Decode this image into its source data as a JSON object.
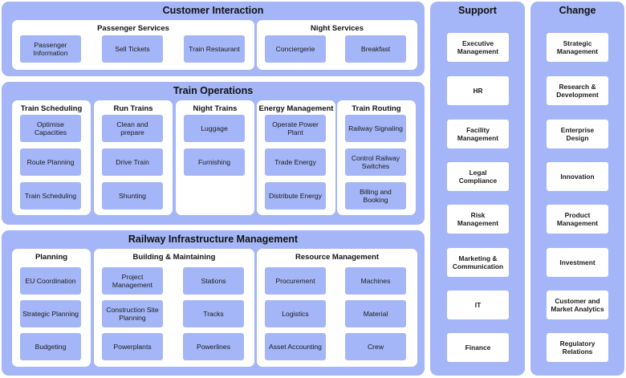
{
  "customer_interaction": {
    "title": "Customer Interaction",
    "passenger_services": {
      "title": "Passenger Services",
      "items": [
        "Passenger Information",
        "Sell Tickets",
        "Train Restaurant"
      ]
    },
    "night_services": {
      "title": "Night Services",
      "items": [
        "Conciergerie",
        "Breakfast"
      ]
    }
  },
  "train_operations": {
    "title": "Train Operations",
    "train_scheduling": {
      "title": "Train Scheduling",
      "items": [
        "Optimise Capacities",
        "Route Planning",
        "Train Scheduling"
      ]
    },
    "run_trains": {
      "title": "Run Trains",
      "items": [
        "Clean and prepare",
        "Drive Train",
        "Shunting"
      ]
    },
    "night_trains": {
      "title": "Night Trains",
      "items": [
        "Luggage",
        "Furnishing"
      ]
    },
    "energy_management": {
      "title": "Energy Management",
      "items": [
        "Operate Power Plant",
        "Trade Energy",
        "Distribute Energy"
      ]
    },
    "train_routing": {
      "title": "Train Routing",
      "items": [
        "Railway Signaling",
        "Control Railway Switches",
        "Billing and Booking"
      ]
    }
  },
  "railway_infrastructure": {
    "title": "Railway Infrastructure Management",
    "planning": {
      "title": "Planning",
      "items": [
        "EU Coordination",
        "Strategic Planning",
        "Budgeting"
      ]
    },
    "building": {
      "title": "Building & Maintaining",
      "items": [
        "Project Management",
        "Stations",
        "Construction Site Planning",
        "Tracks",
        "Powerplants",
        "Powerlines"
      ]
    },
    "resource": {
      "title": "Resource Management",
      "items": [
        "Procurement",
        "Machines",
        "Logistics",
        "Material",
        "Asset Accounting",
        "Crew"
      ]
    }
  },
  "support": {
    "title": "Support",
    "items": [
      "Executive Management",
      "HR",
      "Facility Management",
      "Legal Compliance",
      "Risk Management",
      "Marketing & Communication",
      "IT",
      "Finance"
    ]
  },
  "change": {
    "title": "Change",
    "items": [
      "Strategic Management",
      "Research & Development",
      "Enterprise Design",
      "Innovation",
      "Product Management",
      "Investment",
      "Customer and Market Analytics",
      "Regulatory Relations"
    ]
  },
  "colors": {
    "block": "#a4b6f7",
    "panel": "#ffffff"
  }
}
